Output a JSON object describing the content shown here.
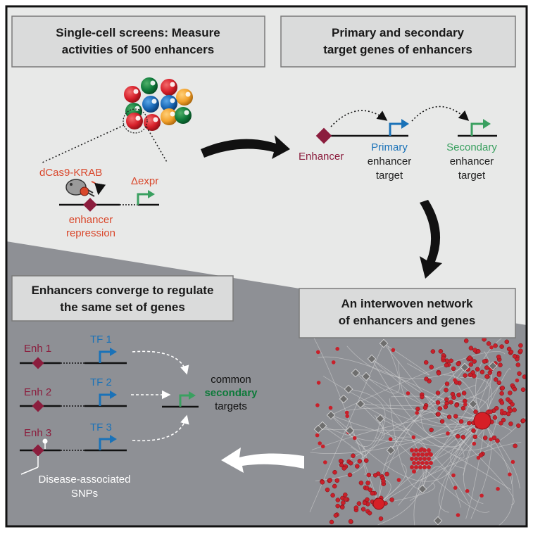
{
  "panels": {
    "top_left_title": [
      "Single-cell screens: Measure",
      "activities of 500 enhancers"
    ],
    "top_right_title": [
      "Primary and secondary",
      "target genes of enhancers"
    ],
    "bottom_left_title": [
      "Enhancers converge to regulate",
      "the same set of genes"
    ],
    "bottom_right_title": [
      "An interwoven network",
      "of enhancers and genes"
    ]
  },
  "screen": {
    "dcas9_label": "dCas9-KRAB",
    "expr_label": "Δexpr",
    "repression_label": [
      "enhancer",
      "repression"
    ]
  },
  "targets": {
    "enhancer_label": "Enhancer",
    "primary_label": [
      "Primary",
      "enhancer",
      "target"
    ],
    "secondary_label": [
      "Secondary",
      "enhancer",
      "target"
    ]
  },
  "converge": {
    "enhancers": [
      "Enh 1",
      "Enh 2",
      "Enh 3"
    ],
    "tfs": [
      "TF 1",
      "TF 2",
      "TF 3"
    ],
    "common_label": [
      "common",
      "secondary",
      "targets"
    ],
    "snp_label": [
      "Disease-associated",
      "SNPs"
    ]
  },
  "colors": {
    "enhancer": "#8b1d3d",
    "primary": "#1a72b8",
    "secondary": "#3aa060",
    "dcas9": "#d9472b",
    "network_node": "#c8202a",
    "network_hub": "#d61f26",
    "enhancer_node": "#6e6e6e",
    "top_bg": "#e8e9e8",
    "bottom_bg": "#8e9095",
    "box_bg": "#dadbdb"
  }
}
